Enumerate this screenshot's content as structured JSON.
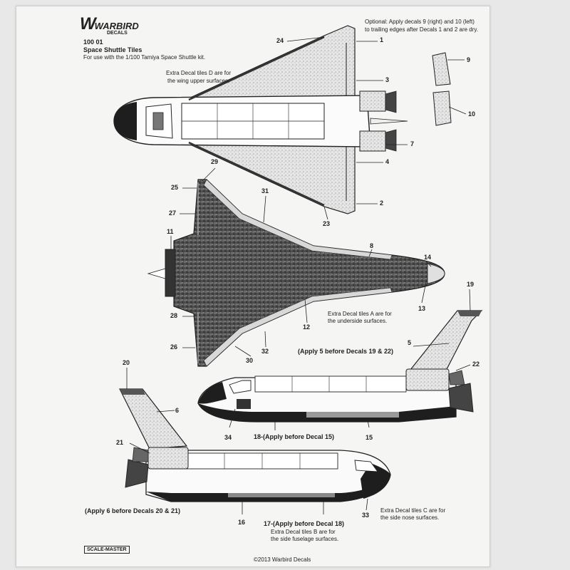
{
  "header": {
    "brand": "WARBIRD",
    "brand_sub": "DECALS",
    "product_code": "100 01",
    "title": "Space Shuttle Tiles",
    "subtitle": "For use with the 1/100 Tamiya Space Shuttle kit."
  },
  "notes": {
    "optional_1": "Optional: Apply decals 9 (right) and 10 (left)",
    "optional_2": "to trailing edges after Decals 1 and 2 are dry.",
    "tiles_d_1": "Extra Decal tiles D are for",
    "tiles_d_2": "the  wing upper surfaces.",
    "tiles_a_1": "Extra Decal tiles A are for",
    "tiles_a_2": "the  underside surfaces.",
    "apply_5": "(Apply 5 before Decals 19 & 22)",
    "apply_18": "18-(Apply before Decal 15)",
    "apply_6": "(Apply 6 before Decals 20 & 21)",
    "apply_17": "17-(Apply before Decal 18)",
    "tiles_b_1": "Extra Decal tiles B are for",
    "tiles_b_2": "the side fuselage surfaces.",
    "tiles_c_1": "Extra Decal tiles C are for",
    "tiles_c_2": "the side nose surfaces."
  },
  "callouts": {
    "n1": "1",
    "n2": "2",
    "n3": "3",
    "n4": "4",
    "n5a": "5",
    "n5b": "5",
    "n6": "6",
    "n7": "7",
    "n8": "8",
    "n9": "9",
    "n10": "10",
    "n11": "11",
    "n12": "12",
    "n13": "13",
    "n14": "14",
    "n15": "15",
    "n16": "16",
    "n19": "19",
    "n20": "20",
    "n21": "21",
    "n22": "22",
    "n23": "23",
    "n24": "24",
    "n25": "25",
    "n26": "26",
    "n27": "27",
    "n28": "28",
    "n29": "29",
    "n30": "30",
    "n31": "31",
    "n32": "32",
    "n33": "33",
    "n34": "34"
  },
  "footer": {
    "logo_line1": "SCALE-MASTER",
    "copyright": "©2013 Warbird Decals"
  },
  "colors": {
    "ink": "#222222",
    "tile_dark": "#5a5a5a",
    "tile_light": "#e3e3e3",
    "sheet": "#f5f5f3"
  }
}
